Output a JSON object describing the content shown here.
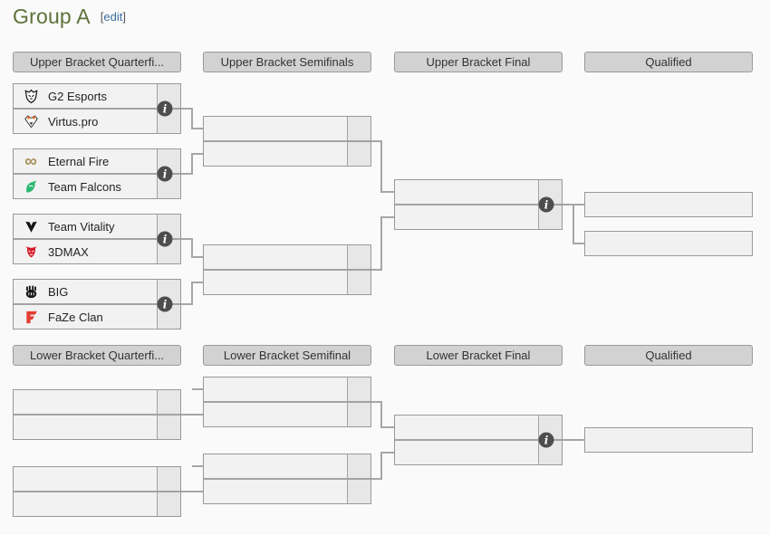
{
  "title": {
    "text": "Group A",
    "bracket_open": "[",
    "edit": "edit",
    "bracket_close": "]"
  },
  "upper": {
    "headers": [
      "Upper Bracket Quarterfi...",
      "Upper Bracket Semifinals",
      "Upper Bracket Final",
      "Qualified"
    ],
    "quarterfinals": [
      {
        "top": {
          "name": "G2 Esports"
        },
        "bottom": {
          "name": "Virtus.pro"
        }
      },
      {
        "top": {
          "name": "Eternal Fire"
        },
        "bottom": {
          "name": "Team Falcons"
        }
      },
      {
        "top": {
          "name": "Team Vitality"
        },
        "bottom": {
          "name": "3DMAX"
        }
      },
      {
        "top": {
          "name": "BIG"
        },
        "bottom": {
          "name": "FaZe Clan"
        }
      }
    ]
  },
  "lower": {
    "headers": [
      "Lower Bracket Quarterfi...",
      "Lower Bracket Semifinal",
      "Lower Bracket Final",
      "Qualified"
    ]
  },
  "icons": {
    "info": "i",
    "eternal_fire_glyph": "∞",
    "team_logos": [
      "g2-esports-logo-icon",
      "virtus-pro-logo-icon",
      "eternal-fire-logo-icon",
      "team-falcons-logo-icon",
      "team-vitality-logo-icon",
      "3dmax-logo-icon",
      "big-logo-icon",
      "faze-clan-logo-icon"
    ]
  },
  "colors": {
    "title_green": "#5d7139",
    "edit_link_blue": "#3a6c9e",
    "header_bg": "#d2d2d2",
    "box_bg": "#f2f2f2",
    "score_cell_bg": "#e7e7e7",
    "border_gray": "#999999",
    "connector_gray": "#a6a6a6",
    "info_icon_bg": "#4d4d4d",
    "virtus_orange": "#ff5400",
    "eternal_fire_gold": "#a38f55",
    "falcons_green": "#2eb872",
    "threedmax_red": "#d41e2c",
    "faze_red": "#e43d30",
    "black_logos": "#161616"
  }
}
